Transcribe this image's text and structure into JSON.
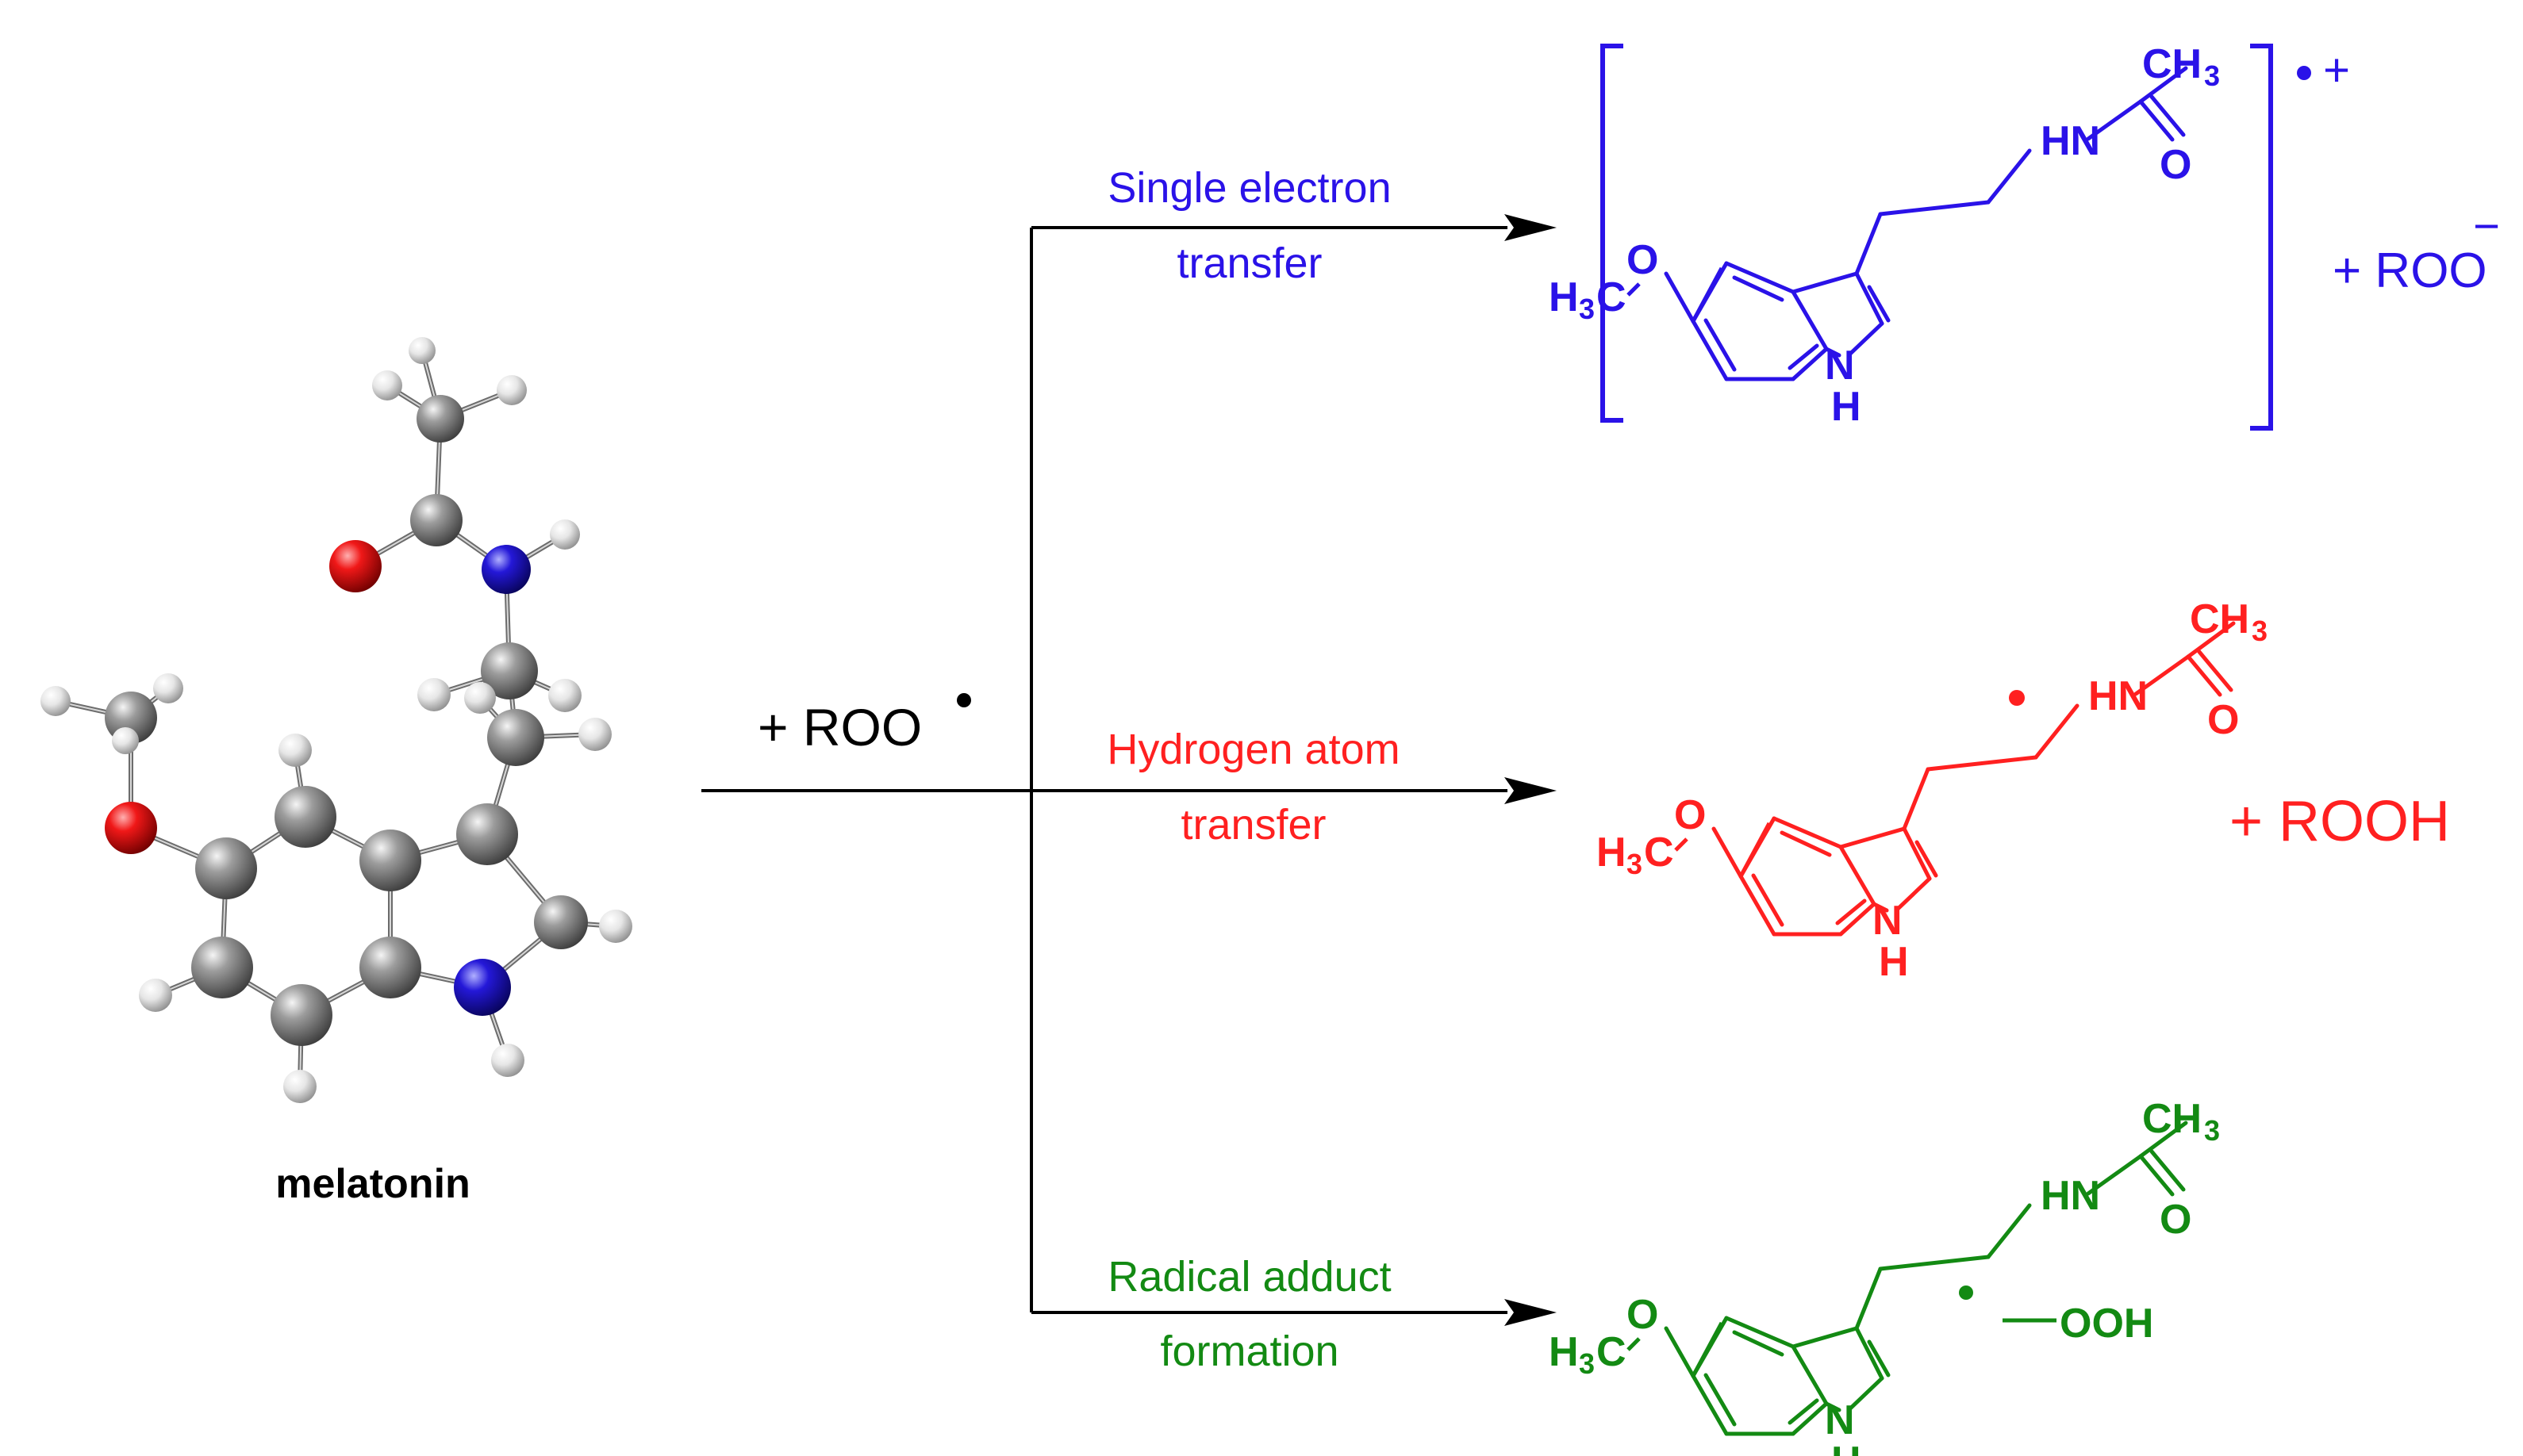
{
  "colors": {
    "set": "#2a12e8",
    "hat": "#ff2020",
    "raf": "#138a13",
    "arrow": "#000000",
    "carbon": "#888888",
    "hydrogen": "#f2f2f2",
    "oxygen": "#e81010",
    "nitrogen": "#1a10c8"
  },
  "reactant": {
    "name": "melatonin",
    "reagent": "+ ROO"
  },
  "pathways": [
    {
      "id": "set",
      "label_line1": "Single electron",
      "label_line2": "transfer",
      "coproduct": "+ ROO",
      "charge_sign": "+",
      "anion_sign": "−"
    },
    {
      "id": "hat",
      "label_line1": "Hydrogen atom",
      "label_line2": "transfer",
      "coproduct": "+ ROOH"
    },
    {
      "id": "raf",
      "label_line1": "Radical adduct",
      "label_line2": "formation",
      "substituent": "OOH"
    }
  ],
  "structure_labels": {
    "methyl": "CH",
    "methyl_sub": "3",
    "amide_nh": "HN",
    "carbonyl_o": "O",
    "ether_o": "O",
    "methoxy_h": "H",
    "methoxy_sub": "3",
    "methoxy_c": "C",
    "ring_nh_n": "N",
    "ring_nh_h": "H"
  }
}
